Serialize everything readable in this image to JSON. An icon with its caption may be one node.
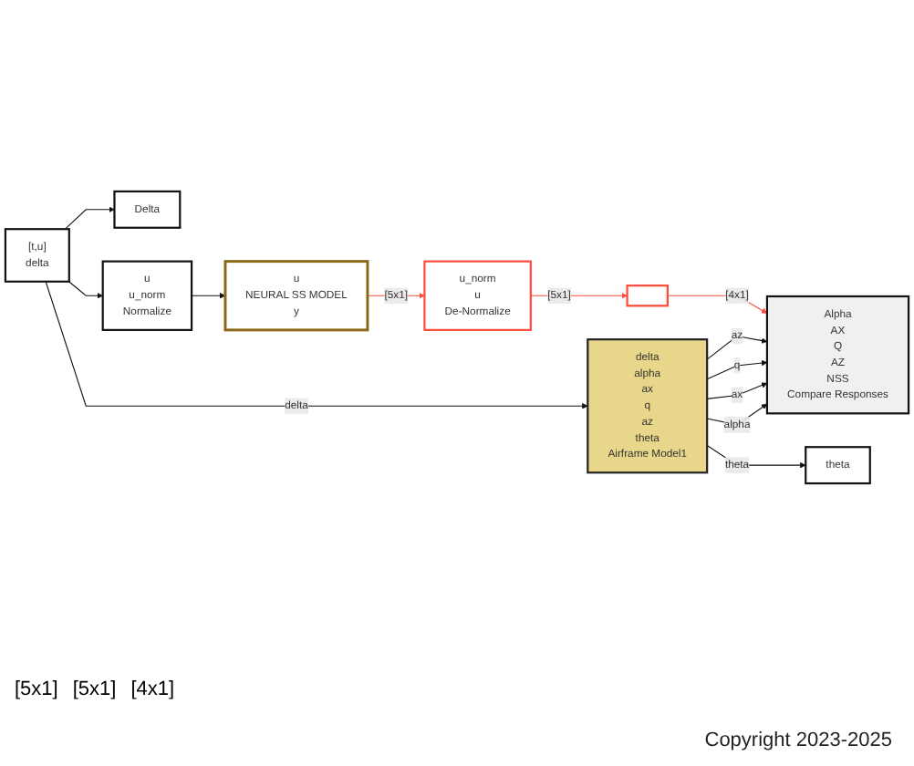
{
  "diagram": {
    "caption": "Copyright 2023-2025",
    "nodes": [
      {
        "text": [
          "Delta"
        ]
      },
      {
        "text": [
          "[t,u]",
          "delta"
        ]
      },
      {
        "text": [
          "delta",
          "alpha",
          "ax",
          "q",
          "az",
          "theta",
          "Airframe Model1"
        ]
      },
      {
        "text": [
          "theta"
        ]
      },
      {
        "text": [
          "Alpha",
          "AX",
          "Q",
          "AZ",
          "NSS",
          "Compare Responses"
        ]
      },
      {
        "text": [
          "u",
          "u_norm",
          "Normalize"
        ]
      },
      {
        "text": [
          "u",
          "NEURAL SS MODEL",
          "y"
        ]
      },
      {
        "text": [
          "u_norm",
          "u",
          "De-Normalize"
        ]
      },
      {
        "text": [],
        "shape": "box"
      }
    ],
    "edges": [
      {
        "from": 1,
        "to": 0,
        "arrow": "to"
      },
      {
        "from": 1,
        "to": 2,
        "arrow": "to",
        "label": "delta"
      },
      {
        "from": 1,
        "to": 5,
        "arrow": "to"
      },
      {
        "from": 2,
        "to": 4,
        "arrow": "to",
        "label": "alpha"
      },
      {
        "from": 2,
        "to": 4,
        "arrow": "to",
        "label": "ax"
      },
      {
        "from": 2,
        "to": 4,
        "arrow": "to",
        "label": "q"
      },
      {
        "from": 2,
        "to": 4,
        "arrow": "to",
        "label": "az"
      },
      {
        "from": 2,
        "to": 3,
        "arrow": "to",
        "label": "theta"
      },
      {
        "from": 5,
        "to": 6,
        "arrow": "to"
      },
      {
        "from": 6,
        "to": 7,
        "arrow": "to",
        "label": "[5x1]",
        "color": "#ff4b3a"
      },
      {
        "from": 7,
        "to": 8,
        "arrow": "to",
        "label": "[5x1]",
        "color": "#ff4b3a"
      },
      {
        "from": 8,
        "to": 4,
        "arrow": "to",
        "label": "[4x1]",
        "color": "#ff4b3a"
      }
    ],
    "labels": [
      "[5x1]",
      "[5x1]",
      "[4x1]"
    ]
  }
}
